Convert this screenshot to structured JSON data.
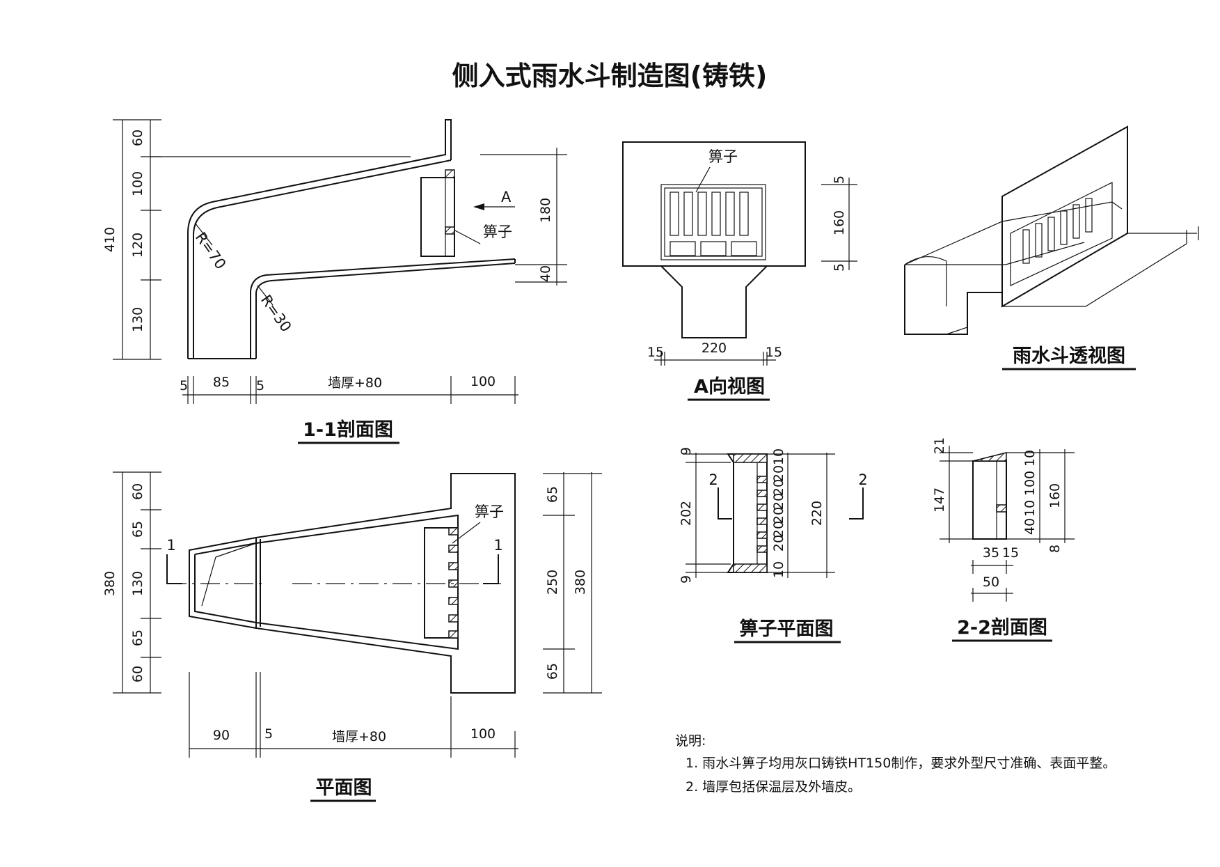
{
  "title": "侧入式雨水斗制造图(铸铁)",
  "views": {
    "section11": {
      "caption": "1-1剖面图",
      "vdims": [
        "410",
        "60",
        "100",
        "120",
        "130"
      ],
      "rdims": [
        "180",
        "40"
      ],
      "hdims": [
        "5",
        "85",
        "5",
        "墙厚+80",
        "100"
      ],
      "radius1": "R=70",
      "radius2": "R=30",
      "arrow": "A",
      "grate": "箅子"
    },
    "aview": {
      "caption": "A向视图",
      "grate": "箅子",
      "rdims": [
        "5",
        "160",
        "5"
      ],
      "hdims": [
        "15",
        "220",
        "15"
      ]
    },
    "perspective": {
      "caption": "雨水斗透视图"
    },
    "plan": {
      "caption": "平面图",
      "grate": "箅子",
      "vdims": [
        "380",
        "60",
        "65",
        "130",
        "65",
        "60"
      ],
      "rdims": [
        "65",
        "250",
        "65",
        "380"
      ],
      "hdims": [
        "90",
        "5",
        "墙厚+80",
        "100"
      ],
      "cut": "1"
    },
    "grateplan": {
      "caption": "箅子平面图",
      "vdims": [
        "9",
        "202",
        "9"
      ],
      "pitch": [
        "10",
        "20",
        "20",
        "20",
        "20",
        "20",
        "20",
        "10"
      ],
      "total": "220",
      "cut": "2"
    },
    "section22": {
      "caption": "2-2剖面图",
      "vdims": [
        "21",
        "147"
      ],
      "rdims": [
        "10",
        "100",
        "10",
        "40",
        "160",
        "8"
      ],
      "hdims": [
        "35",
        "15",
        "50"
      ]
    }
  },
  "notes": {
    "heading": "说明:",
    "item1": "1. 雨水斗箅子均用灰口铸铁HT150制作，要求外型尺寸准确、表面平整。",
    "item2": "2. 墙厚包括保温层及外墙皮。"
  }
}
